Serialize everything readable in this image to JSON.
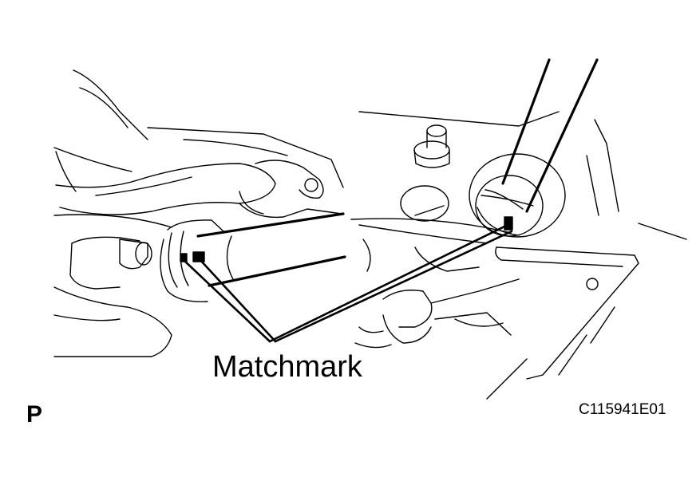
{
  "figure": {
    "callout": "Matchmark",
    "view_letter": "P",
    "figure_code": "C115941E01",
    "line_color": "#000000",
    "background": "#ffffff"
  }
}
